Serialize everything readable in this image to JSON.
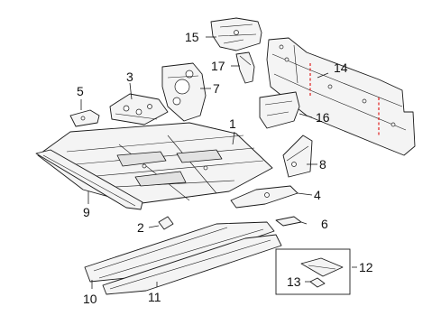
{
  "diagram": {
    "callouts": {
      "c1": "1",
      "c2": "2",
      "c3": "3",
      "c4": "4",
      "c5": "5",
      "c6": "6",
      "c7": "7",
      "c8": "8",
      "c9": "9",
      "c10": "10",
      "c11": "11",
      "c12": "12",
      "c13": "13",
      "c14": "14",
      "c15": "15",
      "c16": "16",
      "c17": "17"
    },
    "colors": {
      "line": "#1a1a1a",
      "cut_marker": "#e0201e",
      "background": "#ffffff"
    }
  }
}
